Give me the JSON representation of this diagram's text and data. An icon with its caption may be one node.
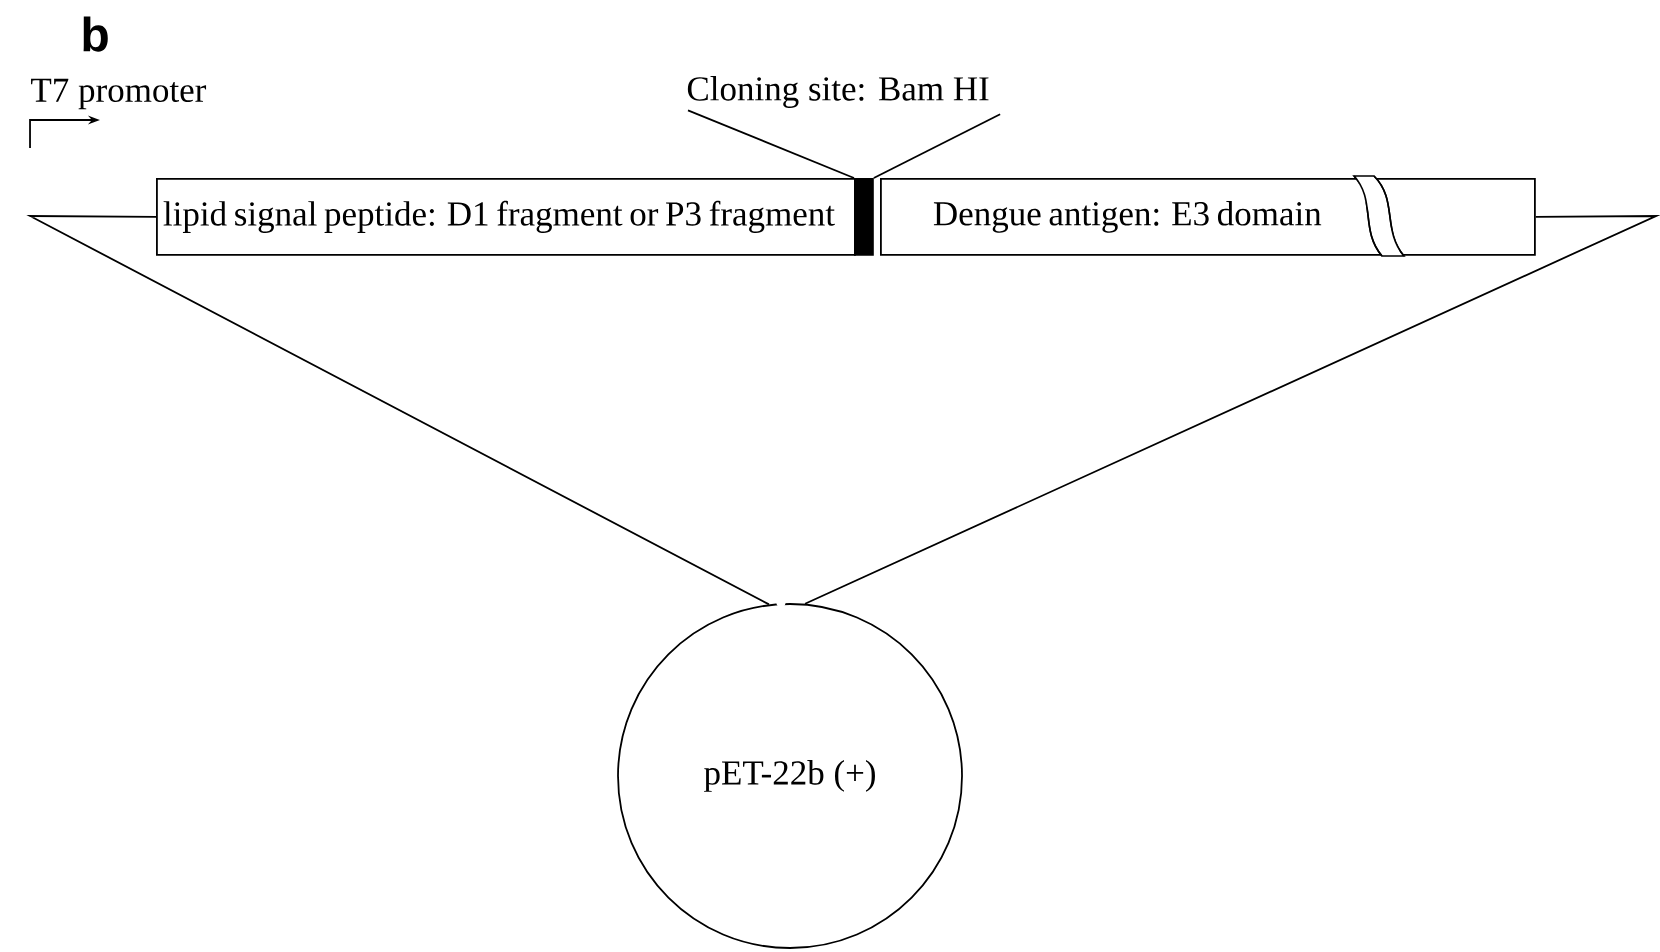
{
  "diagram": {
    "title": "b",
    "nodes": [
      {
        "text": [
          "Cloning site: Bam HI"
        ]
      },
      {
        "text": [
          "lipid signal peptide: D1 fragment or P3 fragment"
        ]
      },
      {
        "text": [],
        "shape": "bar"
      },
      {
        "text": [
          "Dengue antigen: E3 domain"
        ]
      },
      {
        "text": [
          "pET-22b (+)"
        ]
      }
    ],
    "edges": [
      {
        "from": 0,
        "to": 2,
        "arrow": "none"
      },
      {
        "from": 0,
        "to": 2,
        "arrow": "none"
      },
      {
        "from": 1,
        "to": 4,
        "arrow": "none"
      },
      {
        "from": 3,
        "to": 4,
        "arrow": "none"
      }
    ],
    "labels": [
      "T7 promoter"
    ]
  }
}
